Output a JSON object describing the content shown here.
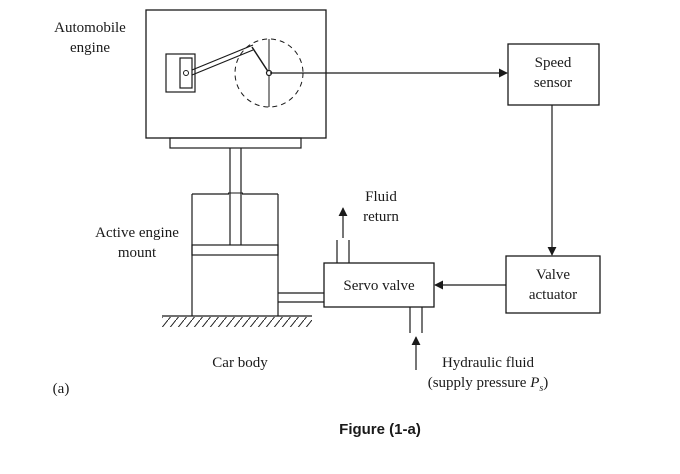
{
  "labels": {
    "engine_line1": "Automobile",
    "engine_line2": "engine",
    "speed_line1": "Speed",
    "speed_line2": "sensor",
    "fluid_line1": "Fluid",
    "fluid_line2": "return",
    "mount_line1": "Active engine",
    "mount_line2": "mount",
    "servo": "Servo valve",
    "actuator_line1": "Valve",
    "actuator_line2": "actuator",
    "car_body": "Car body",
    "hydraulic_line1": "Hydraulic fluid",
    "hydraulic_line2_prefix": "(supply pressure ",
    "hydraulic_P": "P",
    "hydraulic_sub": "s",
    "hydraulic_close": ")",
    "panel": "(a)",
    "caption": "Figure (1-a)"
  },
  "colors": {
    "line": "#1a1a1a",
    "background": "#ffffff"
  }
}
